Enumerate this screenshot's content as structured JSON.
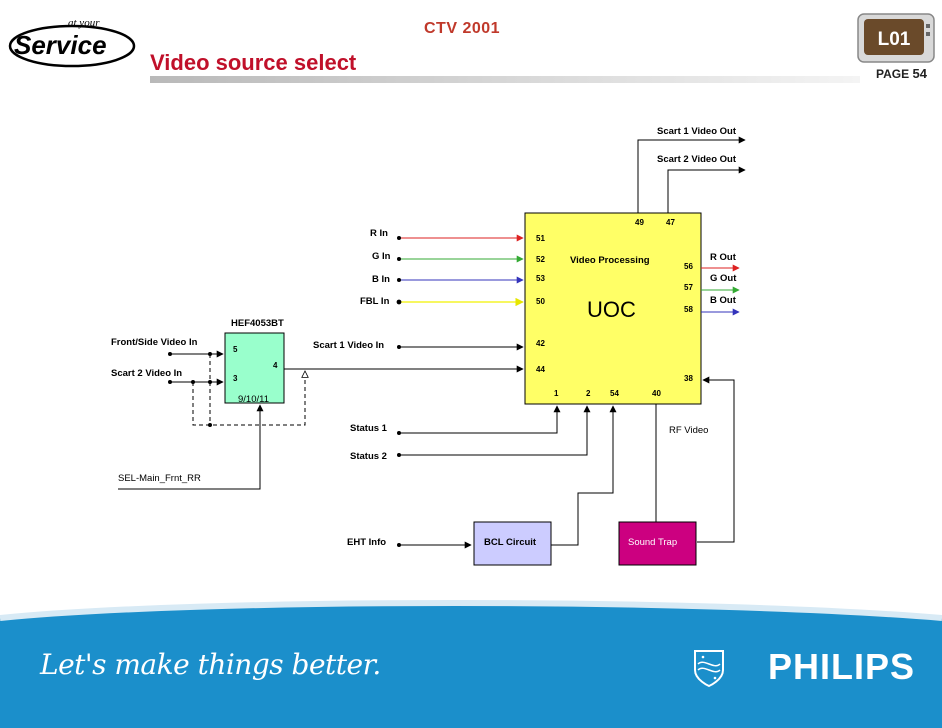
{
  "header": {
    "logo_top": "at your",
    "logo_main": "Service",
    "event_title": "CTV 2001",
    "page_title": "Video source  select",
    "badge": "L01",
    "page_label": "PAGE",
    "page_number": "54"
  },
  "diagram": {
    "uoc": {
      "subtitle": "Video Processing",
      "name": "UOC",
      "pins_left": [
        "51",
        "52",
        "53",
        "50",
        "42",
        "44"
      ],
      "pins_top": [
        "49",
        "47"
      ],
      "pins_right": [
        "56",
        "57",
        "58",
        "38"
      ],
      "pins_bottom": [
        "1",
        "2",
        "54",
        "40"
      ]
    },
    "inputs": {
      "r_in": "R In",
      "g_in": "G In",
      "b_in": "B In",
      "fbl_in": "FBL In",
      "scart1_video_in": "Scart 1 Video In",
      "status1": "Status 1",
      "status2": "Status 2",
      "eht_info": "EHT Info"
    },
    "outputs": {
      "scart1_video_out": "Scart 1 Video Out",
      "scart2_video_out": "Scart 2 Video Out",
      "r_out": "R Out",
      "g_out": "G Out",
      "b_out": "B Out",
      "rf_video": "RF Video"
    },
    "switch": {
      "name": "HEF4053BT",
      "pin5": "5",
      "pin4": "4",
      "pin3": "3",
      "pins_bottom": "9/10/11",
      "front_side_in": "Front/Side Video In",
      "scart2_in": "Scart 2 Video In",
      "select_line": "SEL-Main_Frnt_RR"
    },
    "blocks": {
      "bcl": "BCL Circuit",
      "sound_trap": "Sound Trap"
    },
    "colors": {
      "uoc_fill": "#ffff66",
      "switch_fill": "#99ffcc",
      "bcl_fill": "#ccccff",
      "sound_trap_fill": "#cc0080",
      "red": "#dd2222",
      "green": "#33aa33",
      "blue": "#3333bb",
      "yellow": "#ffff66"
    }
  },
  "footer": {
    "slogan": "Let's make things better.",
    "brand": "PHILIPS",
    "band_color": "#1b8fcb"
  }
}
